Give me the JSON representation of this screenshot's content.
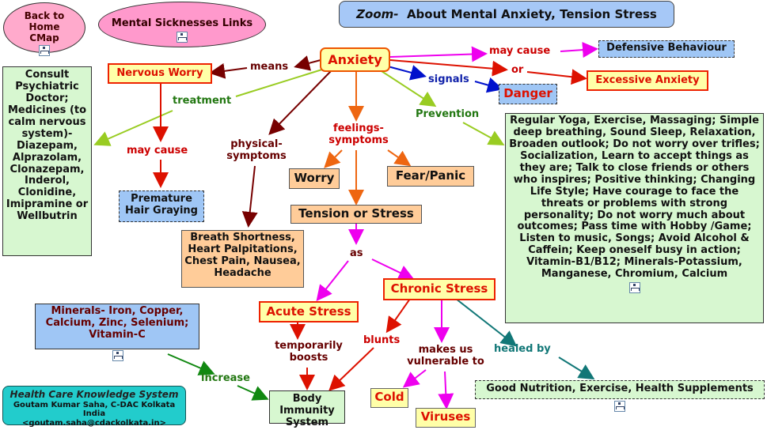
{
  "nav": {
    "back_home": "Back to Home CMap",
    "mental_links": "Mental Sicknesses Links"
  },
  "title": "About Mental Anxiety, Tension Stress",
  "title_prefix": "Zoom-",
  "nodes": {
    "anxiety": "Anxiety",
    "nervous_worry": "Nervous Worry",
    "defensive_behaviour": "Defensive Behaviour",
    "excessive_anxiety": "Excessive Anxiety",
    "danger": "Danger",
    "consult": "Consult Psychiatric Doctor; Medicines (to calm nervous system)- Diazepam, Alprazolam, Clonazepam, Inderol, Clonidine, Imipramine or Wellbutrin",
    "premature_hair": "Premature Hair Graying",
    "breath": "Breath Shortness, Heart Palpitations, Chest Pain, Nausea, Headache",
    "worry": "Worry",
    "fear_panic": "Fear/Panic",
    "tension_stress": "Tension or Stress",
    "prevention_list": "Regular Yoga, Exercise, Massaging; Simple deep breathing, Sound Sleep, Relaxation, Broaden outlook; Do not worry over trifles; Socialization, Learn to accept things as they are; Talk to close friends or others who inspires; Positive thinking; Changing Life Style; Have courage to face the threats or problems with strong personality; Do not worry much about outcomes; Pass time with Hobby /Game; Listen to music, Songs; Avoid Alcohol & Caffein; Keep oneself busy in action; Vitamin-B1/B12; Minerals-Potassium, Manganese, Chromium, Calcium",
    "acute_stress": "Acute Stress",
    "chronic_stress": "Chronic Stress",
    "minerals": "Minerals- Iron, Copper, Calcium, Zinc, Selenium; Vitamin-C",
    "body_immunity": "Body Immunity System",
    "cold": "Cold",
    "viruses": "Viruses",
    "good_nutrition": "Good Nutrition, Exercise, Health Supplements"
  },
  "links": {
    "means": "means",
    "may_cause_top": "may cause",
    "or": "or",
    "signals": "signals",
    "treatment": "treatment",
    "may_cause_left": "may cause",
    "physical_symptoms": "physical-symptoms",
    "feelings_symptoms": "feelings-symptoms",
    "prevention": "Prevention",
    "as": "as",
    "temporarily_boosts": "temporarily boosts",
    "blunts": "blunts",
    "vulnerable": "makes us vulnerable to",
    "healed_by": "healed by",
    "increase": "increase"
  },
  "footer": {
    "system": "Health Care Knowledge System",
    "author": "Goutam Kumar Saha, C-DAC Kolkata India",
    "email": "<goutam.saha@cdackolkata.in>"
  },
  "icons": [
    "cmap-link-icon"
  ]
}
